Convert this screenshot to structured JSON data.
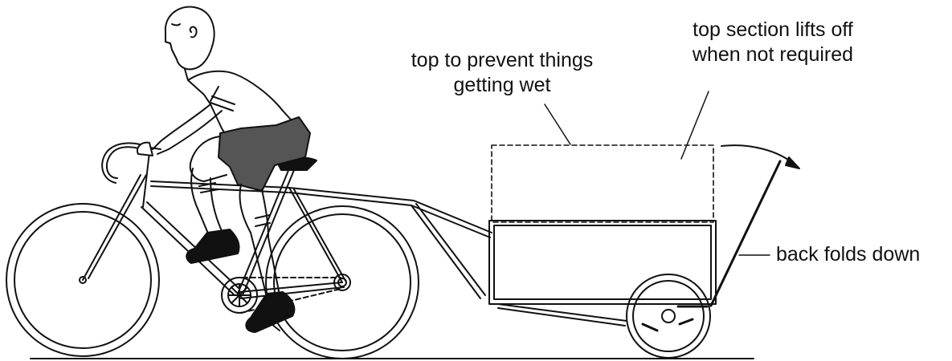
{
  "annotations": {
    "top_wet": [
      "top to prevent things",
      "getting wet"
    ],
    "top_lifts": [
      "top section lifts off",
      "when not required"
    ],
    "back_folds": "back folds down"
  }
}
